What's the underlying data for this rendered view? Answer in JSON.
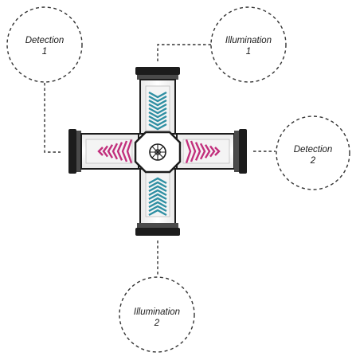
{
  "nodes": {
    "detection_1": {
      "line1": "Detection",
      "line2": "1"
    },
    "illumination_1": {
      "line1": "Illumination",
      "line2": "1"
    },
    "detection_2": {
      "line1": "Detection",
      "line2": "2"
    },
    "illumination_2": {
      "line1": "Illumination",
      "line2": "2"
    }
  },
  "colors": {
    "illumination_arrows": "#2e8fa3",
    "detection_arrows": "#c2307d",
    "frame": "#1c1c1c",
    "callout": "#333333"
  },
  "icons": {
    "center": "sample-chamber-icon"
  }
}
